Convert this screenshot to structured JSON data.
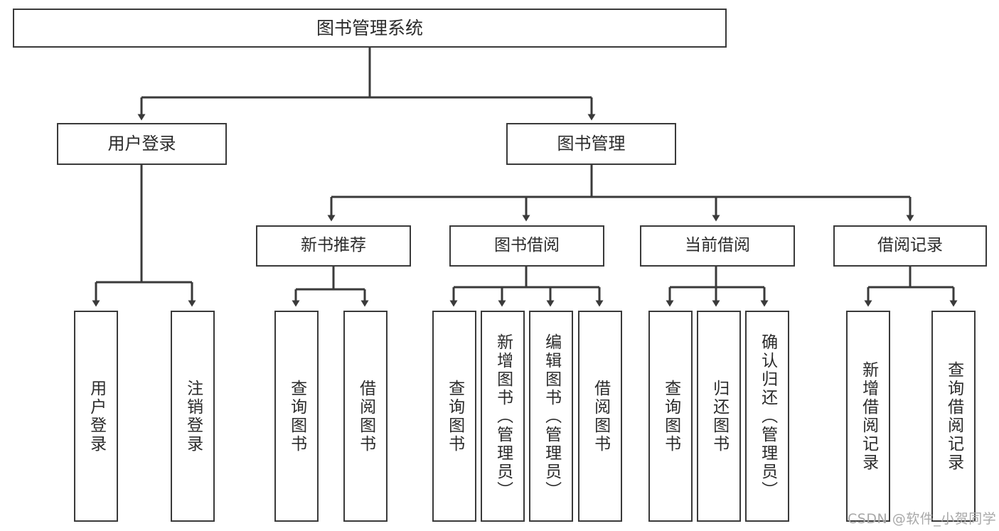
{
  "diagram": {
    "title": "图书管理系统",
    "type": "hierarchy-tree",
    "watermark": "CSDN @软件_小贺同学",
    "colors": {
      "stroke": "#3a3a3a",
      "text": "#2b2b2b",
      "background": "#ffffff",
      "watermark": "#a8a8a8"
    },
    "nodes": {
      "root": {
        "label": "图书管理系统"
      },
      "level1": [
        {
          "id": "user-login",
          "label": "用户登录"
        },
        {
          "id": "book-management",
          "label": "图书管理"
        }
      ],
      "level2": [
        {
          "id": "new-book-recommend",
          "label": "新书推荐"
        },
        {
          "id": "book-borrow",
          "label": "图书借阅"
        },
        {
          "id": "current-borrow",
          "label": "当前借阅"
        },
        {
          "id": "borrow-record",
          "label": "借阅记录"
        }
      ],
      "leaves": [
        {
          "id": "leaf-user-login",
          "label": "用户登录",
          "parent": "user-login"
        },
        {
          "id": "leaf-logout-login",
          "label": "注销登录",
          "parent": "user-login"
        },
        {
          "id": "leaf-query-book-1",
          "label": "查询图书",
          "parent": "new-book-recommend"
        },
        {
          "id": "leaf-borrow-book-1",
          "label": "借阅图书",
          "parent": "new-book-recommend"
        },
        {
          "id": "leaf-query-book-2",
          "label": "查询图书",
          "parent": "book-borrow"
        },
        {
          "id": "leaf-add-book",
          "label": "新增图书（管理员）",
          "parent": "book-borrow"
        },
        {
          "id": "leaf-edit-book",
          "label": "编辑图书（管理员）",
          "parent": "book-borrow"
        },
        {
          "id": "leaf-borrow-book-2",
          "label": "借阅图书",
          "parent": "book-borrow"
        },
        {
          "id": "leaf-query-book-3",
          "label": "查询图书",
          "parent": "current-borrow"
        },
        {
          "id": "leaf-return-book",
          "label": "归还图书",
          "parent": "current-borrow"
        },
        {
          "id": "leaf-confirm-return",
          "label": "确认归还（管理员）",
          "parent": "current-borrow"
        },
        {
          "id": "leaf-add-record",
          "label": "新增借阅记录",
          "parent": "borrow-record"
        },
        {
          "id": "leaf-query-record",
          "label": "查询借阅记录",
          "parent": "borrow-record"
        }
      ]
    }
  }
}
